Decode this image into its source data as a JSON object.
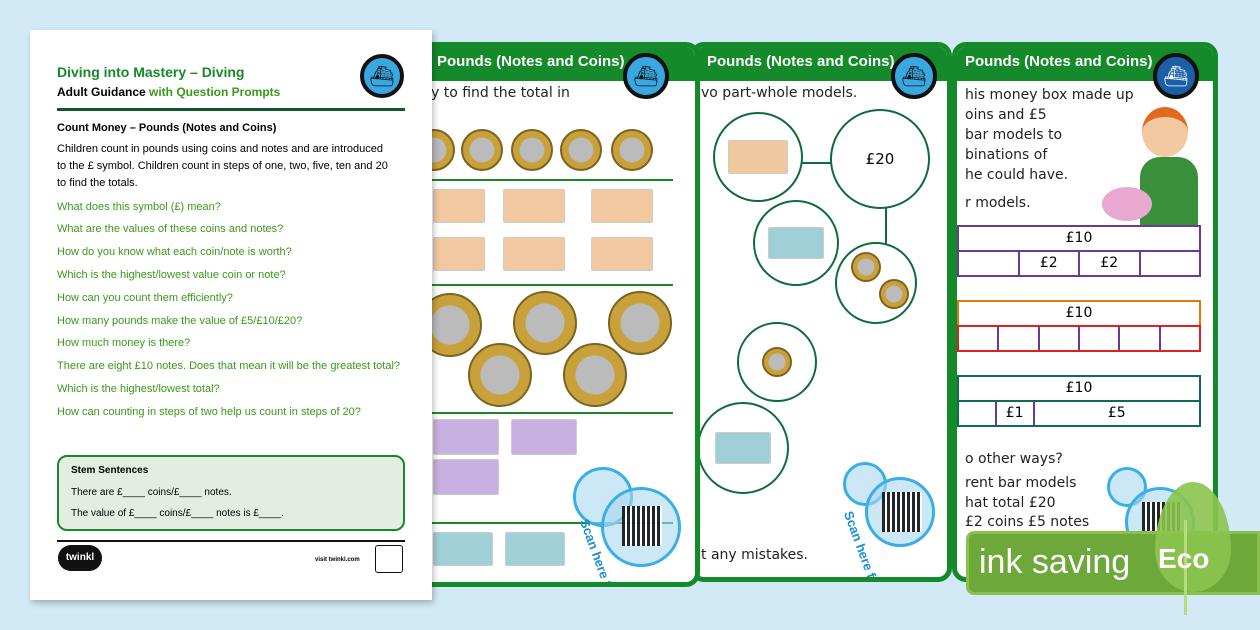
{
  "guidance": {
    "title": "Diving into Mastery – Diving",
    "subtitle_black": "Adult Guidance",
    "subtitle_green": "with Question Prompts",
    "topic": "Count Money – Pounds (Notes and Coins)",
    "intro": [
      "Children count in pounds using coins and notes and are introduced",
      "to the £ symbol. Children count in steps of one, two, five, ten and 20",
      "to find the totals."
    ],
    "questions": [
      "What does this symbol (£) mean?",
      "What are the values of these coins and notes?",
      "How do you know what each coin/note is worth?",
      "Which is the highest/lowest value coin or note?",
      "How can you count them efficiently?",
      "How many pounds make the value of £5/£10/£20?",
      "How much money is there?",
      "There are eight £10 notes. Does that mean it will be the greatest total?",
      "Which is the highest/lowest total?",
      "How can counting in steps of two help us count in steps of 20?"
    ],
    "stem_title": "Stem Sentences",
    "stems": [
      "There are £____ coins/£____ notes.",
      "The value of £____ coins/£____ notes is £____."
    ],
    "logo": "twinkl",
    "footer": "visit twinkl.com"
  },
  "sheet1": {
    "header": "Pounds (Notes and Coins)",
    "line": "y to find the total in",
    "scan": "Scan here for help!"
  },
  "sheet2": {
    "header": "Pounds (Notes and Coins)",
    "line": "vo part-whole models.",
    "whole": "£20",
    "bottom": "t any mistakes.",
    "scan": "Scan here for help!"
  },
  "sheet3": {
    "header": "Pounds (Notes and Coins)",
    "lines": [
      "his money box made up",
      "oins and £5",
      "bar models to",
      "binations of",
      "he could have."
    ],
    "line2": "r models.",
    "bars": [
      {
        "total": "£10",
        "parts": [
          "",
          "£2",
          "£2",
          ""
        ]
      },
      {
        "total": "£10",
        "parts": [
          "",
          "",
          "",
          "",
          "",
          ""
        ]
      },
      {
        "total": "£10",
        "parts": [
          "",
          "£1",
          "£5"
        ]
      }
    ],
    "bottom": [
      "o other ways?",
      "rent bar models",
      "hat total £20",
      "£2 coins £5 notes"
    ]
  },
  "eco": {
    "label": "ink saving",
    "badge": "Eco"
  }
}
